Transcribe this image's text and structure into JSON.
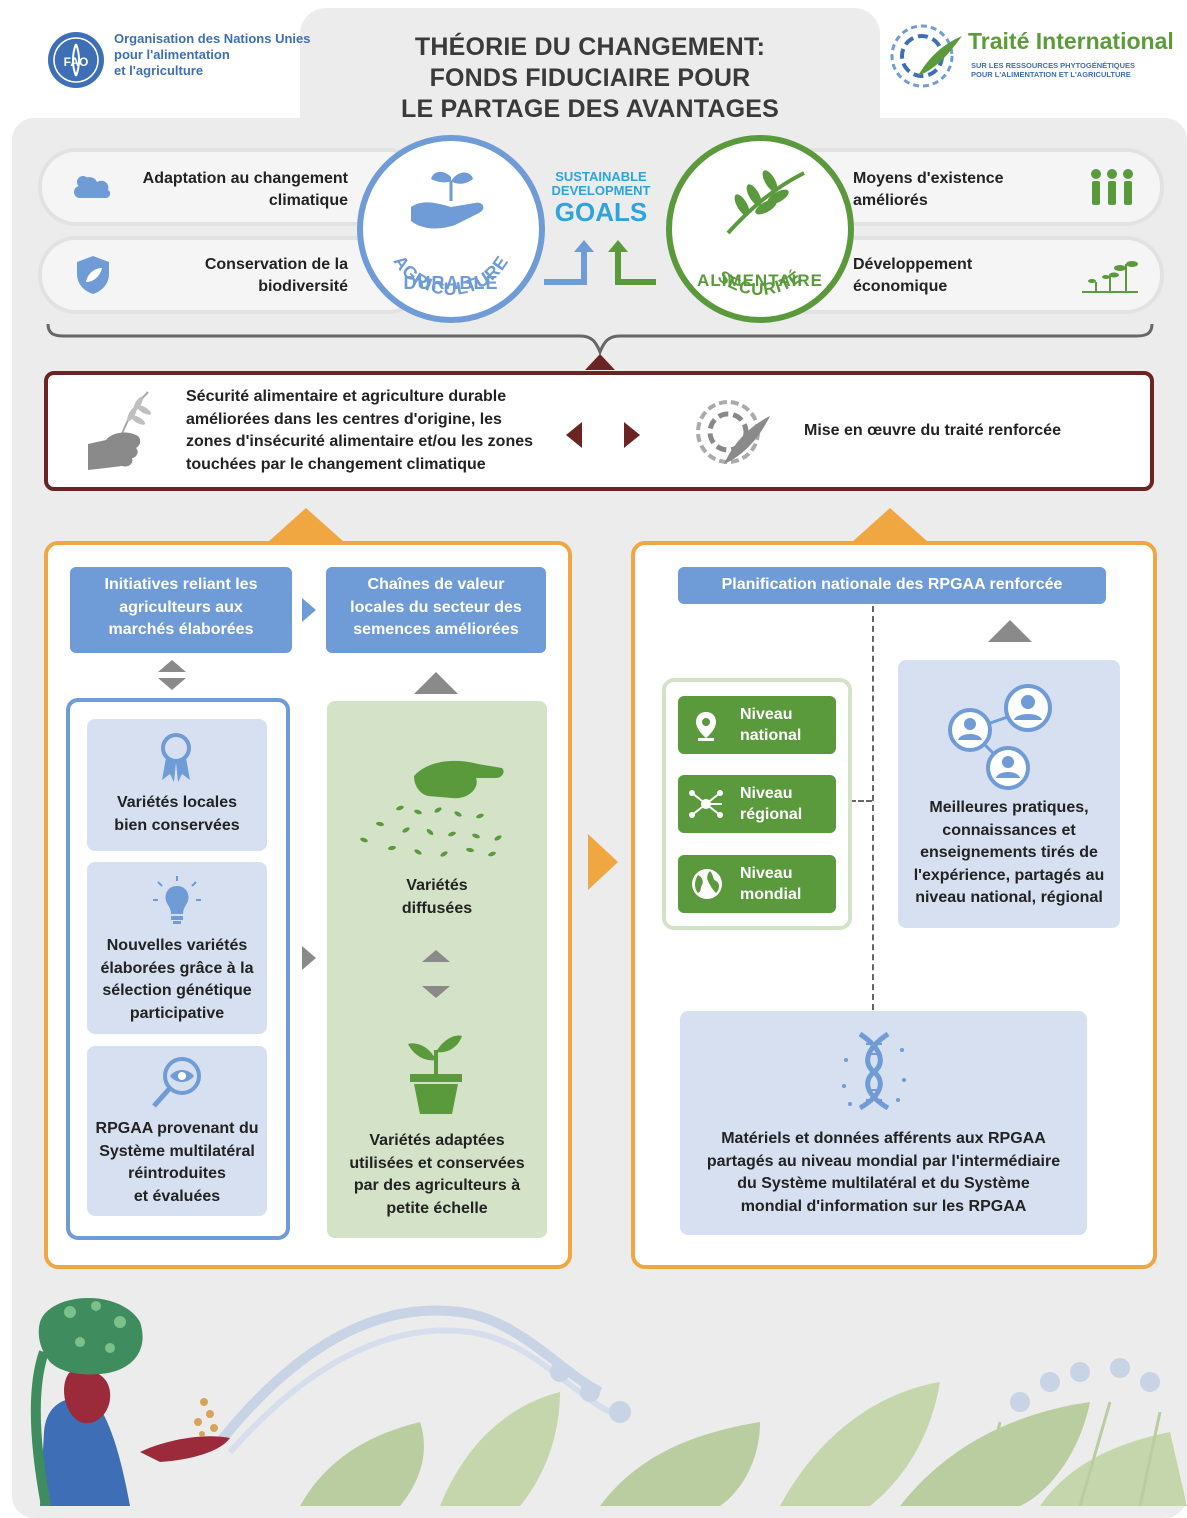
{
  "header": {
    "title_line1": "THÉORIE DU CHANGEMENT:",
    "title_line2": "FONDS FIDUCIAIRE POUR",
    "title_line3": "LE PARTAGE DES AVANTAGES",
    "fao_line1": "Organisation des Nations Unies",
    "fao_line2": "pour l'alimentation",
    "fao_line3": "et l'agriculture",
    "fao_logo_text": "FAO",
    "treaty_title": "Traité International",
    "treaty_sub1": "SUR LES RESSOURCES PHYTOGÉNÉTIQUES",
    "treaty_sub2": "POUR L'ALIMENTATION ET L'AGRICULTURE"
  },
  "impacts": {
    "left": [
      {
        "line1": "Adaptation au changement",
        "line2": "climatique",
        "icon": "cloud-icon"
      },
      {
        "line1": "Conservation de la",
        "line2": "biodiversité",
        "icon": "shield-leaf-icon"
      }
    ],
    "right": [
      {
        "line1": "Moyens d'existence",
        "line2": "améliorés",
        "icon": "people-icon"
      },
      {
        "line1": "Développement",
        "line2": "économique",
        "icon": "growing-plants-icon"
      }
    ],
    "circle_left": {
      "line1": "AGRICULTURE",
      "line2": "DURABLE",
      "color": "#6f9bd6"
    },
    "circle_right": {
      "line1": "SÉCURITÉ",
      "line2": "ALIMENTAIRE",
      "color": "#5b9a3c"
    },
    "sdg": {
      "line1": "SUSTAINABLE",
      "line2": "DEVELOPMENT",
      "line3": "GOALS"
    }
  },
  "outcomes": {
    "left_lines": [
      "Sécurité alimentaire et agriculture durable",
      "améliorées dans les centres d'origine, les",
      "zones d'insécurité alimentaire et/ou les zones",
      "touchées par le changement climatique"
    ],
    "right_text": "Mise en œuvre du traité renforcée",
    "border_color": "#6b2424"
  },
  "left_panel": {
    "head1": [
      "Initiatives reliant les",
      "agriculteurs aux",
      "marchés élaborées"
    ],
    "head2": [
      "Chaînes de valeur",
      "locales du secteur des",
      "semences améliorées"
    ],
    "cards": [
      {
        "lines": [
          "Variétés locales",
          "bien conservées"
        ],
        "icon": "ribbon-award-icon"
      },
      {
        "lines": [
          "Nouvelles variétés",
          "élaborées grâce à la",
          "sélection génétique",
          "participative"
        ],
        "icon": "lightbulb-icon"
      },
      {
        "lines": [
          "RPGAA provenant du",
          "Système multilatéral",
          "réintroduites",
          "et évaluées"
        ],
        "icon": "magnifier-eye-icon"
      }
    ],
    "green1": [
      "Variétés",
      "diffusées"
    ],
    "green2": [
      "Variétés adaptées",
      "utilisées et conservées",
      "par des agriculteurs à",
      "petite échelle"
    ]
  },
  "right_panel": {
    "head": "Planification nationale des RPGAA renforcée",
    "levels": [
      {
        "line1": "Niveau",
        "line2": "national",
        "icon": "location-pin-icon"
      },
      {
        "line1": "Niveau",
        "line2": "régional",
        "icon": "network-icon"
      },
      {
        "line1": "Niveau",
        "line2": "mondial",
        "icon": "globe-icon"
      }
    ],
    "practices": [
      "Meilleures pratiques,",
      "connaissances et",
      "enseignements tirés de",
      "l'expérience, partagés au",
      "niveau national, régional"
    ],
    "materials": [
      "Matériels et données afférents aux RPGAA",
      "partagés au niveau mondial par l'intermédiaire",
      "du Système multilatéral et du Système",
      "mondial d'information sur les RPGAA"
    ]
  },
  "colors": {
    "orange": "#f0a641",
    "blue": "#6f9bd6",
    "green": "#5b9a3c",
    "light_green": "#d4e2c8",
    "light_blue": "#d6e0f0"
  }
}
